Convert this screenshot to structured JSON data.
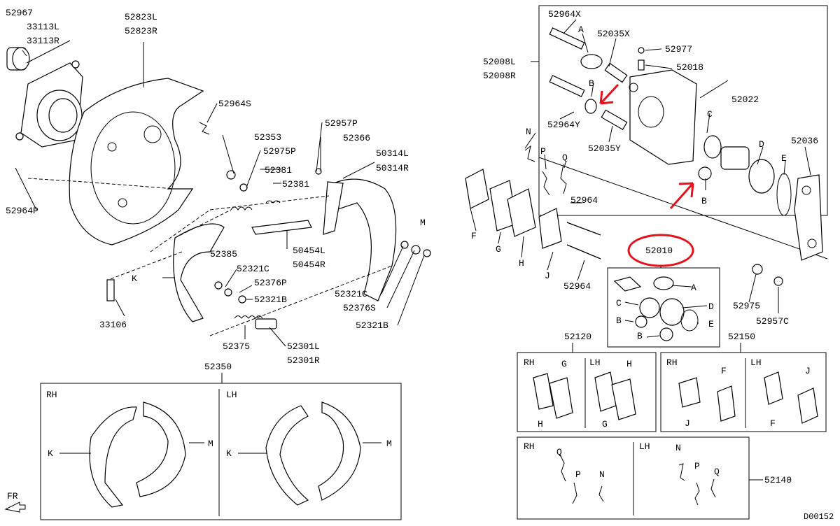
{
  "labels": {
    "l52967": "52967",
    "l33113L": "33113L",
    "l33113R": "33113R",
    "l52823L": "52823L",
    "l52823R": "52823R",
    "l52964S": "52964S",
    "l52964P": "52964P",
    "l52353": "52353",
    "l52975P": "52975P",
    "l52957P": "52957P",
    "l52366": "52366",
    "l52381a": "52381",
    "l52381b": "52381",
    "l50314L": "50314L",
    "l50314R": "50314R",
    "l52385": "52385",
    "l50454L": "50454L",
    "l50454R": "50454R",
    "l52321C_a": "52321C",
    "l52376P": "52376P",
    "l52321B_a": "52321B",
    "l52321C_b": "52321C",
    "l52376S": "52376S",
    "l52321B_b": "52321B",
    "l52375": "52375",
    "l52301L": "52301L",
    "l52301R": "52301R",
    "l33106": "33106",
    "lK": "K",
    "lM": "M",
    "l52350": "52350",
    "l52964X": "52964X",
    "l52035X": "52035X",
    "l52977": "52977",
    "l52018": "52018",
    "l52008L": "52008L",
    "l52008R": "52008R",
    "l52022": "52022",
    "l52964Y": "52964Y",
    "l52035Y": "52035Y",
    "l52036": "52036",
    "l52964a": "52964",
    "l52964b": "52964",
    "l52010": "52010",
    "l52975": "52975",
    "l52957C": "52957C",
    "l52120": "52120",
    "l52150": "52150",
    "l52140": "52140",
    "lA1": "A",
    "lB1": "B",
    "lB2": "B",
    "lC1": "C",
    "lD1": "D",
    "lE1": "E",
    "lN1": "N",
    "lP1": "P",
    "lQ1": "Q",
    "lF1": "F",
    "lG1": "G",
    "lH1": "H",
    "lJ1": "J",
    "kA": "A",
    "kC": "C",
    "kD": "D",
    "kB1": "B",
    "kB2": "B",
    "kE": "E",
    "rh": "RH",
    "lh": "LH",
    "fr": "FR",
    "code": "D00152"
  },
  "colors": {
    "accent": "#e8101a",
    "line": "#000000"
  }
}
